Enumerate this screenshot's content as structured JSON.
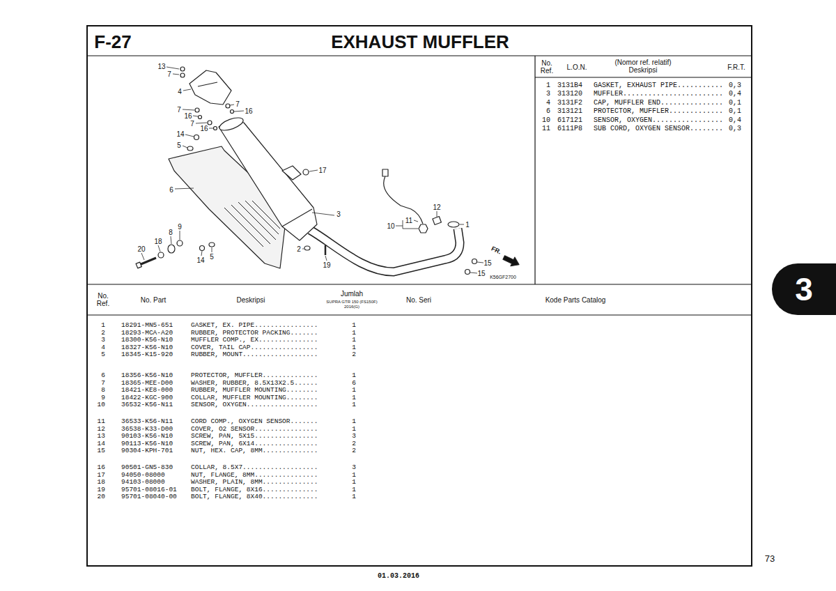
{
  "diagram": {
    "title": "EXHAUST MUFFLER",
    "nodes": [
      {
        "text": [
          "3"
        ]
      }
    ],
    "labels": [
      "F-27",
      "13",
      "7",
      "4",
      "7",
      "16",
      "7",
      "16",
      "7",
      "16",
      "14",
      "5",
      "17",
      "6",
      "3",
      "12",
      "1",
      "10",
      "11",
      "9",
      "8",
      "18",
      "20",
      "2",
      "14",
      "5",
      "19",
      "15",
      "15",
      "FR.",
      "K56GF2700",
      "No. Ref.",
      "L.O.N.",
      "(Nomor ref. relatif) Deskripsi",
      "F.R.T.",
      "1",
      "3131B4",
      "GASKET, EXHAUST PIPE...........",
      "0,3",
      "3",
      "313120",
      "MUFFLER........................",
      "0,4",
      "4",
      "3131F2",
      "CAP, MUFFLER END...............",
      "0,1",
      "6",
      "313121",
      "PROTECTOR, MUFFLER.............",
      "0,1",
      "10",
      "617121",
      "SENSOR, OXYGEN.................",
      "0,4",
      "11",
      "6111P8",
      "SUB CORD, OXYGEN SENSOR........",
      "0,3",
      "No. Ref.",
      "No. Part",
      "Deskripsi",
      "Jumlah",
      "SUPRA GTR 150 (FS150F) 2016(G)",
      "No. Seri",
      "Kode Parts Catalog",
      "1",
      "18291-MN5-651",
      "GASKET, EX. PIPE................",
      "1",
      "2",
      "18293-MCA-A20",
      "RUBBER, PROTECTOR PACKING.......",
      "1",
      "3",
      "18300-K56-N10",
      "MUFFLER COMP., EX...............",
      "1",
      "4",
      "18327-K56-N10",
      "COVER, TAIL CAP.................",
      "1",
      "5",
      "18345-K15-920",
      "RUBBER, MOUNT...................",
      "2",
      "6",
      "18356-K56-N10",
      "PROTECTOR, MUFFLER..............",
      "1",
      "7",
      "18365-MEE-D00",
      "WASHER, RUBBER, 8.5X13X2.5......",
      "6",
      "8",
      "18421-KE8-000",
      "RUBBER, MUFFLER MOUNTING........",
      "1",
      "9",
      "18422-KGC-900",
      "COLLAR, MUFFLER MOUNTING........",
      "1",
      "10",
      "36532-K56-N11",
      "SENSOR, OXYGEN..................",
      "1",
      "11",
      "36533-K56-N11",
      "CORD COMP., OXYGEN SENSOR.......",
      "1",
      "12",
      "36538-K33-D00",
      "COVER, O2 SENSOR................",
      "1",
      "13",
      "90103-K56-N10",
      "SCREW, PAN, 5X15................",
      "3",
      "14",
      "90113-K56-N10",
      "SCREW, PAN, 6X14................",
      "2",
      "15",
      "90304-KPH-701",
      "NUT, HEX. CAP, 8MM..............",
      "2",
      "16",
      "90501-GN5-830",
      "COLLAR, 8.5X7...................",
      "3",
      "17",
      "94050-08000",
      "NUT, FLANGE, 8MM................",
      "1",
      "18",
      "94103-08000",
      "WASHER, PLAIN, 8MM..............",
      "1",
      "19",
      "95701-08016-01",
      "BOLT, FLANGE, 8X16..............",
      "1",
      "20",
      "95701-08040-00",
      "BOLT, FLANGE, 8X40..............",
      "1",
      "73",
      "01.03.2016"
    ]
  }
}
